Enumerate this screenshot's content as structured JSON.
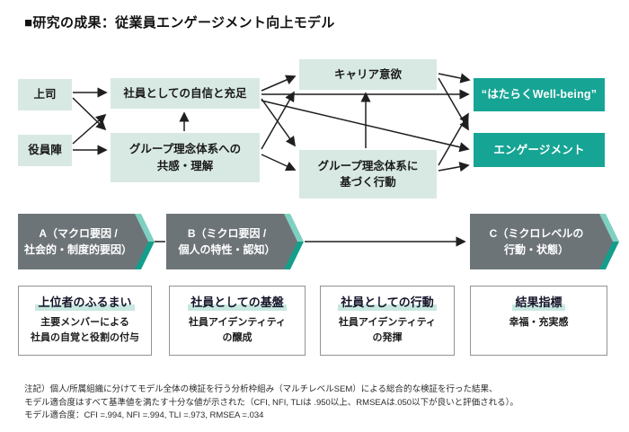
{
  "title": "■研究の成果：従業員エンゲージメント向上モデル",
  "colors": {
    "node_light": "#d8e9e4",
    "node_dark_teal": "#16a494",
    "band_gray": "#6d7478",
    "chevron_light_teal": "#7ed0c2",
    "chevron_dark_teal": "#149e8b",
    "heading_highlight": "#c8e8e0",
    "arrow": "#1f1f1f"
  },
  "diagram": {
    "nodes": {
      "joushi": "上司",
      "yakuin": "役員陣",
      "jishin": "社員としての自信と充足",
      "kyokan": [
        "グループ理念体系への",
        "共感・理解"
      ],
      "career": "キャリア意欲",
      "koudou": [
        "グループ理念体系に",
        "基づく行動"
      ],
      "wellbeing": "“はたらくWell-being”",
      "engagement": "エンゲージメント"
    }
  },
  "bands": [
    {
      "lines": [
        "A（マクロ要因 /",
        "社会的・制度的要因）"
      ]
    },
    {
      "lines": [
        "B（ミクロ要因 /",
        "個人の特性・認知）"
      ]
    },
    {
      "lines": [
        "C（ミクロレベルの",
        "行動・状態）"
      ]
    }
  ],
  "cards": [
    {
      "heading": "上位者のふるまい",
      "body": [
        "主要メンバーによる",
        "社員の自覚と役割の付与"
      ]
    },
    {
      "heading": "社員としての基盤",
      "body": [
        "社員アイデンティティ",
        "の醸成"
      ]
    },
    {
      "heading": "社員としての行動",
      "body": [
        "社員アイデンティティ",
        "の発揮"
      ]
    },
    {
      "heading": "結果指標",
      "body": [
        "幸福・充実感"
      ]
    }
  ],
  "footnote": {
    "lines": [
      "注記）個人/所属組織に分けてモデル全体の検証を行う分析枠組み（マルチレベルSEM）による総合的な検証を行った結果、",
      "モデル適合度はすべて基準値を満たす十分な値が示された（CFI, NFI, TLIは .950以上、RMSEAは.050以下が良いと評価される）。",
      "モデル適合度：CFI =.994, NFI =.994, TLI =.973, RMSEA =.034"
    ]
  }
}
